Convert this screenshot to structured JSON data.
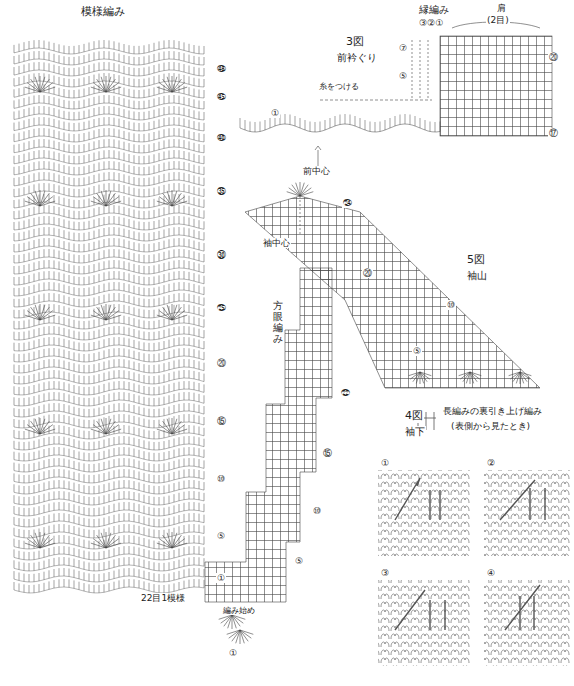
{
  "diagram": {
    "labels": [
      "模様編み",
      "㊽",
      "㊺",
      "㊵",
      "㉟",
      "㉚",
      "㉕",
      "⑳",
      "⑮",
      "⑩",
      "⑤",
      "①",
      "22目1模様",
      "3図",
      "前衿ぐり",
      "縁編み",
      "③②①",
      "肩",
      "(2目)",
      "糸をつける",
      "⑦",
      "⑤",
      "①",
      "⑳",
      "⑰",
      "前中心",
      "㉔",
      "袖中心",
      "⑳",
      "5図",
      "袖山",
      "⑩",
      "⑤",
      "方眼編み",
      "㉒",
      "⑮",
      "⑩",
      "⑤",
      "4図",
      "袖下",
      "長編みの裏引き上げ編み",
      "(表側から見たとき)",
      "①",
      "②",
      "③",
      "④",
      "編み始め",
      "①"
    ]
  }
}
